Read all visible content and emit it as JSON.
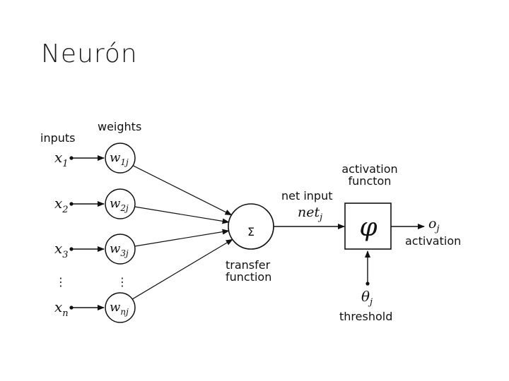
{
  "title": "Neurón",
  "labels": {
    "inputs": "inputs",
    "weights": "weights",
    "activation_function_1": "activation",
    "activation_function_2": "functon",
    "net_input": "net input",
    "transfer_function_1": "transfer",
    "transfer_function_2": "function",
    "activation": "activation",
    "threshold": "threshold"
  },
  "symbols": {
    "sum": "Σ",
    "phi": "φ",
    "x": "x",
    "w": "w",
    "net": "net",
    "o": "o",
    "theta": "θ",
    "sub_j": "j"
  },
  "inputs": [
    {
      "sub": "1",
      "w_sub": "1j"
    },
    {
      "sub": "2",
      "w_sub": "2j"
    },
    {
      "sub": "3",
      "w_sub": "3j"
    },
    {
      "sub": "n",
      "w_sub": "nj"
    }
  ],
  "ellipsis": "⋮",
  "colors": {
    "stroke": "#111111",
    "text": "#111111"
  }
}
